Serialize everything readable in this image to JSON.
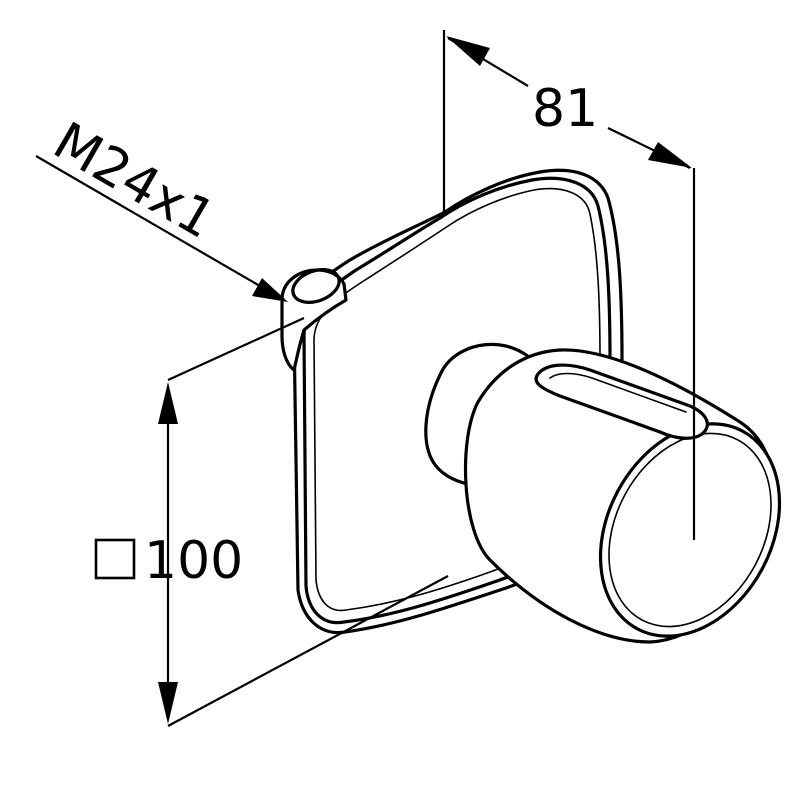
{
  "dimensions": {
    "thread": "M24x1",
    "depth": "81",
    "plate_size": "100"
  },
  "colors": {
    "ink": "#000000",
    "background": "#ffffff"
  },
  "icons": {
    "plate_size_prefix": "square-symbol-icon"
  }
}
